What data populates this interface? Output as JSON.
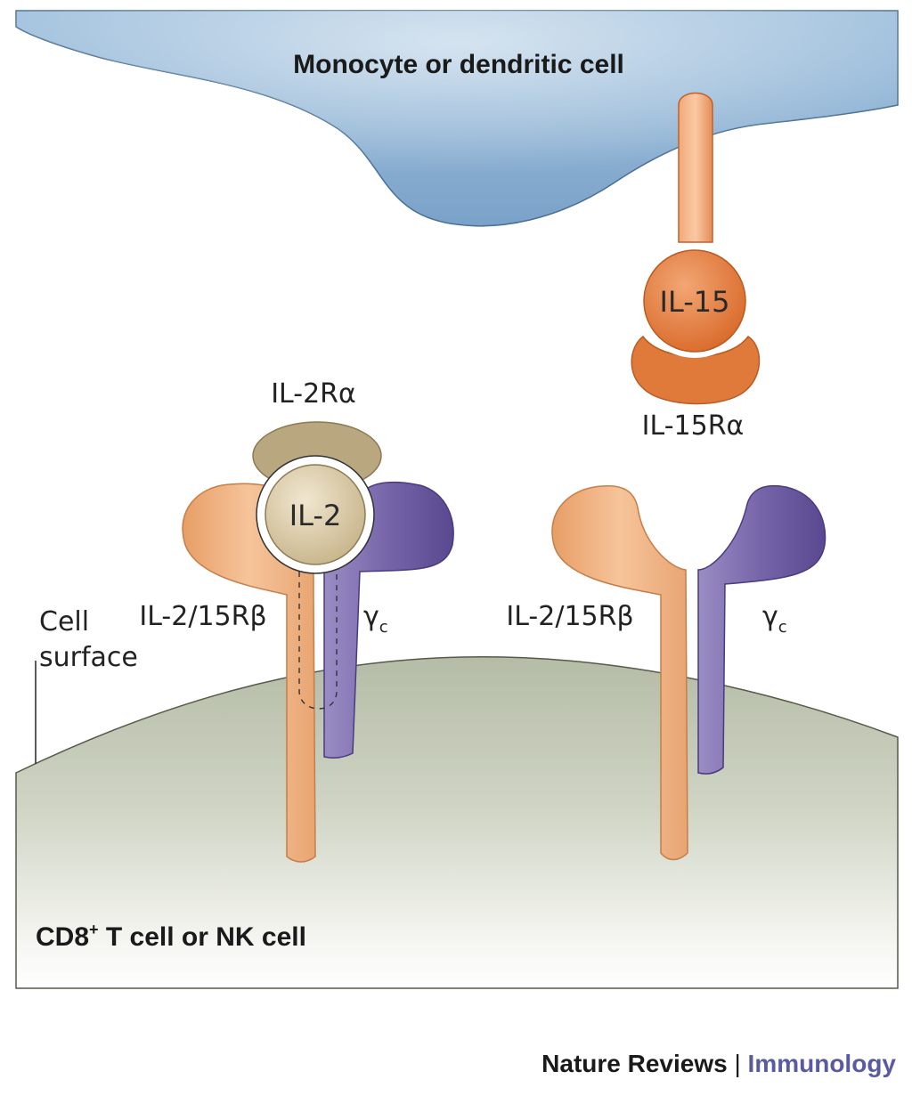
{
  "cells": {
    "top": "Monocyte or dendritic cell",
    "bottom_prefix": "CD8",
    "bottom_sup": "+",
    "bottom_suffix": " T cell or NK cell",
    "cell_surface_line1": "Cell",
    "cell_surface_line2": "surface"
  },
  "left_complex": {
    "alpha_label": "IL-2Rα",
    "ligand": "IL-2",
    "beta_label": "IL-2/15Rβ",
    "gamma_symbol": "γ",
    "gamma_sub": "c"
  },
  "right_complex": {
    "ligand": "IL-15",
    "alpha_label": "IL-15Rα",
    "beta_label": "IL-2/15Rβ",
    "gamma_symbol": "γ",
    "gamma_sub": "c"
  },
  "credit": {
    "journal": "Nature Reviews",
    "separator": " | ",
    "section": "Immunology"
  },
  "colors": {
    "top_cell": "#8fb3d4",
    "bottom_cell": "#c4cab8",
    "beta_chain": "#eeb07e",
    "gamma_chain": "#6c5a9e",
    "il2_ball": "#d6c7a3",
    "il2_alpha": "#b9a77f",
    "il15": "#e07a3a",
    "credit_section": "#5a5aa0"
  }
}
